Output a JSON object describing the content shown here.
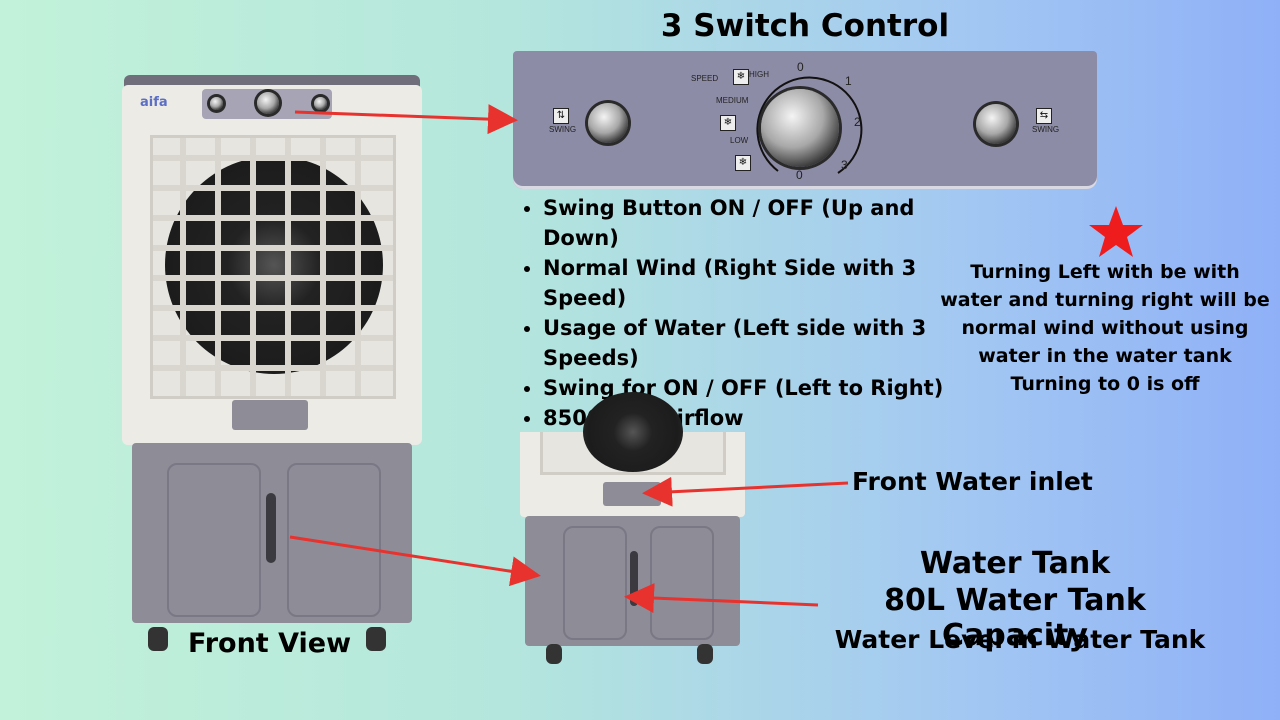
{
  "title": "3 Switch Control",
  "brand": "aifa",
  "panel_labels": {
    "speed": "SPEED",
    "high": "HIGH",
    "medium": "MEDIUM",
    "low": "LOW",
    "swing_left": "SWING",
    "swing_right": "SWING",
    "dial_0": "0",
    "dial_1": "1",
    "dial_2": "2",
    "dial_3": "3",
    "dial_0_bottom": "0"
  },
  "features": [
    "Swing Button ON / OFF (Up and Down)",
    "Normal Wind (Right Side with 3 Speed)",
    "Usage of Water (Left side with 3 Speeds)",
    "Swing for ON / OFF (Left to Right)",
    "8500m³/h airflow"
  ],
  "note_lines": [
    "Turning Left with be with",
    "water and turning right will be",
    "normal wind without using",
    "water in the water tank",
    "Turning to 0 is off"
  ],
  "labels": {
    "front_view": "Front View",
    "front_water_inlet": "Front Water inlet",
    "water_tank": "Water Tank",
    "capacity": "80L Water Tank Capacity",
    "water_level": "Water Level in Water Tank"
  },
  "colors": {
    "arrow": "#e8322e",
    "star": "#ee1c1c",
    "tank": "#8e8c97",
    "body": "#ecebe6"
  }
}
